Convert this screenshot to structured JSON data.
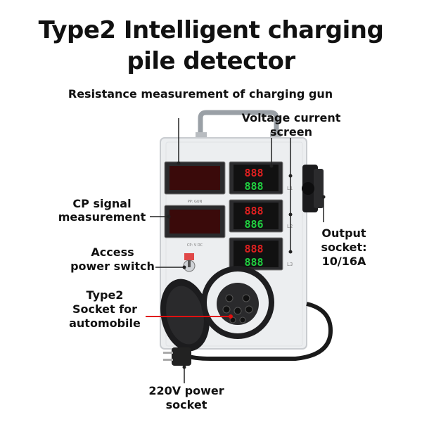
{
  "title": {
    "line1": "Type2 Intelligent charging",
    "line2": "pile detector"
  },
  "labels": {
    "resistance": "Resistance measurement of charging gun",
    "voltage_l1": "Voltage current",
    "voltage_l2": "screen",
    "cp_l1": "CP signal",
    "cp_l2": "measurement",
    "access_l1": "Access",
    "access_l2": "power switch",
    "type2_l1": "Type2",
    "type2_l2": "Socket for",
    "type2_l3": "automobile",
    "output_l1": "Output",
    "output_l2": "socket:",
    "output_l3": "10/16A",
    "power_l1": "220V power",
    "power_l2": "socket"
  },
  "meters": [
    {
      "volts": "888",
      "amps": "888",
      "phase": "L1"
    },
    {
      "volts": "888",
      "amps": "886",
      "phase": "L2"
    },
    {
      "volts": "888",
      "amps": "888",
      "phase": "L3"
    }
  ],
  "panel_tags": {
    "top": "PP: GUN",
    "bottom": "CP: V DC"
  },
  "colors": {
    "accent_red": "#e01010",
    "display_red": "#e02020",
    "display_green": "#20d040",
    "case": "#e9ebed"
  }
}
